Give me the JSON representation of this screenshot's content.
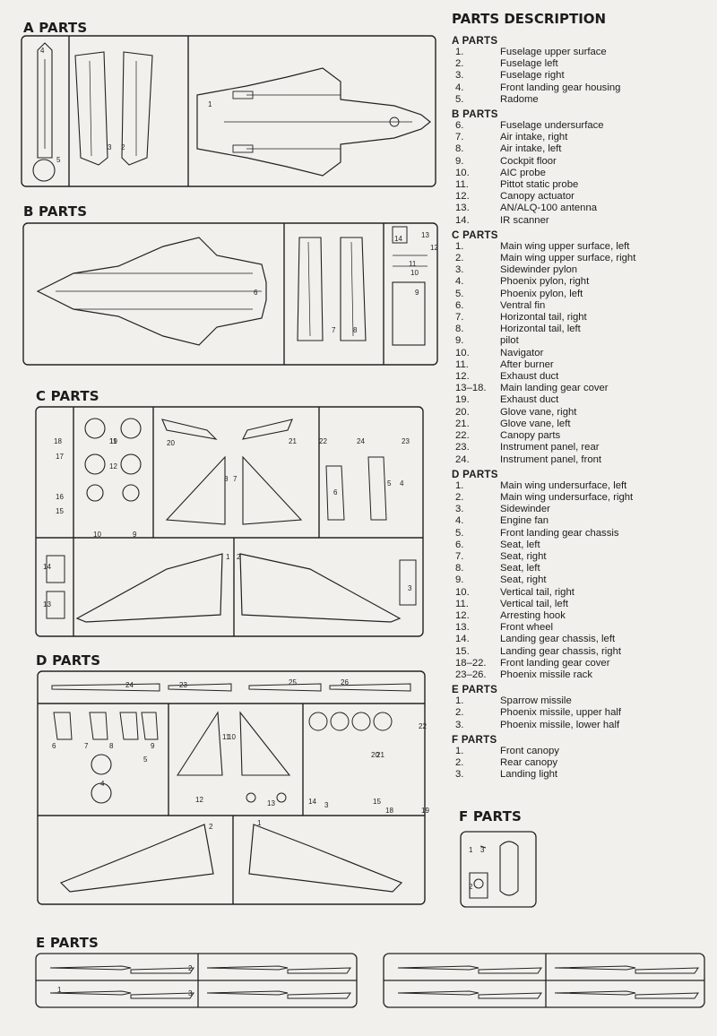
{
  "sections": {
    "a": "A PARTS",
    "b": "B PARTS",
    "c": "C PARTS",
    "d": "D PARTS",
    "e": "E PARTS",
    "f": "F PARTS"
  },
  "description": {
    "title": "PARTS DESCRIPTION",
    "groups": [
      {
        "title": "A PARTS",
        "items": [
          {
            "num": "1.",
            "name": "Fuselage upper surface"
          },
          {
            "num": "2.",
            "name": "Fuselage left"
          },
          {
            "num": "3.",
            "name": "Fuselage right"
          },
          {
            "num": "4.",
            "name": "Front landing gear housing"
          },
          {
            "num": "5.",
            "name": "Radome"
          }
        ]
      },
      {
        "title": "B PARTS",
        "items": [
          {
            "num": "6.",
            "name": "Fuselage undersurface"
          },
          {
            "num": "7.",
            "name": "Air intake, right"
          },
          {
            "num": "8.",
            "name": "Air intake, left"
          },
          {
            "num": "9.",
            "name": "Cockpit floor"
          },
          {
            "num": "10.",
            "name": "AIC probe"
          },
          {
            "num": "11.",
            "name": "Pittot static probe"
          },
          {
            "num": "12.",
            "name": "Canopy actuator"
          },
          {
            "num": "13.",
            "name": "AN/ALQ-100 antenna"
          },
          {
            "num": "14.",
            "name": "IR scanner"
          }
        ]
      },
      {
        "title": "C PARTS",
        "items": [
          {
            "num": "1.",
            "name": "Main wing upper surface, left"
          },
          {
            "num": "2.",
            "name": "Main wing upper surface, right"
          },
          {
            "num": "3.",
            "name": "Sidewinder pylon"
          },
          {
            "num": "4.",
            "name": "Phoenix pylon, right"
          },
          {
            "num": "5.",
            "name": "Phoenix pylon, left"
          },
          {
            "num": "6.",
            "name": "Ventral fin"
          },
          {
            "num": "7.",
            "name": "Horizontal tail, right"
          },
          {
            "num": "8.",
            "name": "Horizontal tail, left"
          },
          {
            "num": "9.",
            "name": "pilot"
          },
          {
            "num": "10.",
            "name": "Navigator"
          },
          {
            "num": "11.",
            "name": "After burner"
          },
          {
            "num": "12.",
            "name": "Exhaust duct"
          },
          {
            "num": "13–18.",
            "name": "Main landing gear cover"
          },
          {
            "num": "19.",
            "name": "Exhaust duct"
          },
          {
            "num": "20.",
            "name": "Glove vane, right"
          },
          {
            "num": "21.",
            "name": "Glove vane, left"
          },
          {
            "num": "22.",
            "name": "Canopy parts"
          },
          {
            "num": "23.",
            "name": "Instrument panel, rear"
          },
          {
            "num": "24.",
            "name": "Instrument panel, front"
          }
        ]
      },
      {
        "title": "D PARTS",
        "items": [
          {
            "num": "1.",
            "name": "Main wing undersurface, left"
          },
          {
            "num": "2.",
            "name": "Main wing undersurface, right"
          },
          {
            "num": "3.",
            "name": "Sidewinder"
          },
          {
            "num": "4.",
            "name": "Engine fan"
          },
          {
            "num": "5.",
            "name": "Front landing gear chassis"
          },
          {
            "num": "6.",
            "name": "Seat, left"
          },
          {
            "num": "7.",
            "name": "Seat, right"
          },
          {
            "num": "8.",
            "name": "Seat, left"
          },
          {
            "num": "9.",
            "name": "Seat, right"
          },
          {
            "num": "10.",
            "name": "Vertical tail, right"
          },
          {
            "num": "11.",
            "name": "Vertical tail, left"
          },
          {
            "num": "12.",
            "name": "Arresting hook"
          },
          {
            "num": "13.",
            "name": "Front wheel"
          },
          {
            "num": "14.",
            "name": "Landing gear chassis, left"
          },
          {
            "num": "15.",
            "name": "Landing gear chassis, right"
          },
          {
            "num": "18–22.",
            "name": "Front landing gear cover"
          },
          {
            "num": "23–26.",
            "name": "Phoenix missile rack"
          }
        ]
      },
      {
        "title": "E PARTS",
        "items": [
          {
            "num": "1.",
            "name": "Sparrow missile"
          },
          {
            "num": "2.",
            "name": "Phoenix missile, upper half"
          },
          {
            "num": "3.",
            "name": "Phoenix missile, lower half"
          }
        ]
      },
      {
        "title": "F PARTS",
        "items": [
          {
            "num": "1.",
            "name": "Front canopy"
          },
          {
            "num": "2.",
            "name": "Rear canopy"
          },
          {
            "num": "3.",
            "name": "Landing light"
          }
        ]
      }
    ]
  },
  "callouts": {
    "a": [
      "1",
      "2",
      "3",
      "4",
      "5"
    ],
    "b": [
      "6",
      "7",
      "8",
      "9",
      "10",
      "11",
      "12",
      "13",
      "14"
    ],
    "c": [
      "1",
      "2",
      "3",
      "4",
      "5",
      "6",
      "7",
      "8",
      "9",
      "10",
      "11",
      "12",
      "13",
      "14",
      "15",
      "16",
      "17",
      "18",
      "19",
      "20",
      "21",
      "22",
      "23",
      "24"
    ],
    "d": [
      "1",
      "2",
      "3",
      "4",
      "5",
      "6",
      "7",
      "8",
      "9",
      "10",
      "11",
      "12",
      "13",
      "14",
      "15",
      "18",
      "19",
      "20",
      "21",
      "22",
      "23",
      "24",
      "25",
      "26"
    ],
    "e": [
      "1",
      "2",
      "3"
    ],
    "f": [
      "1",
      "2",
      "3"
    ]
  }
}
